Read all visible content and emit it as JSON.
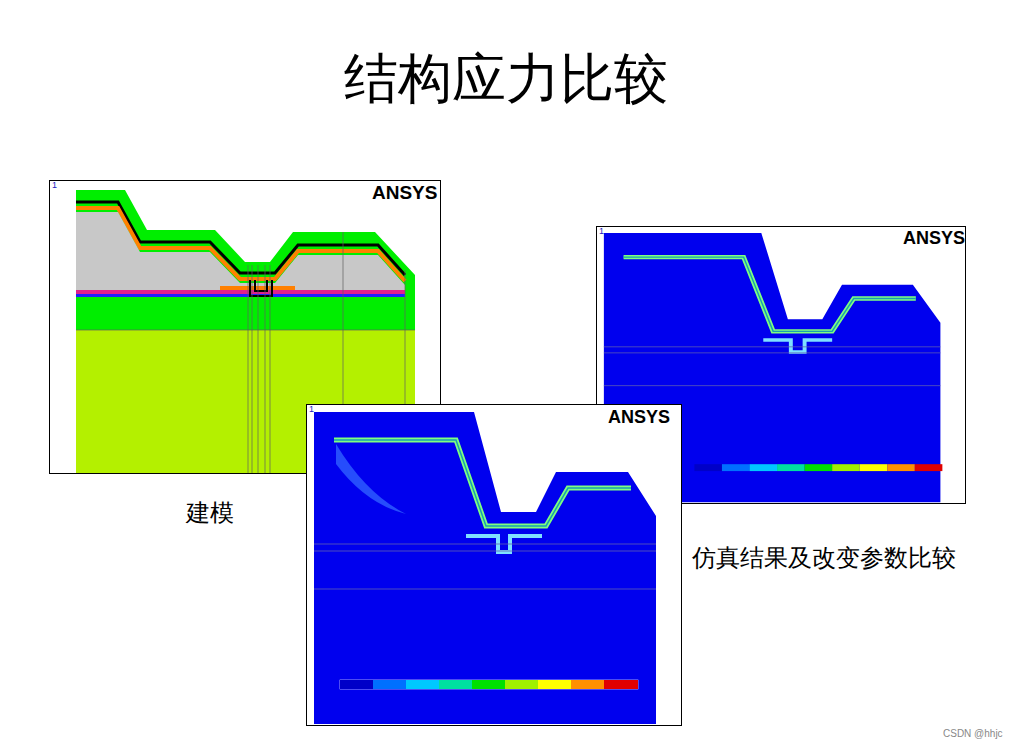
{
  "diagram": {
    "title": "结构应力比较",
    "labels": [
      "ANSYS",
      "ANSYS",
      "ANSYS",
      "1",
      "1",
      "1",
      "建模",
      "仿真结果及改变参数比较",
      "CSDN @hhjc"
    ]
  }
}
